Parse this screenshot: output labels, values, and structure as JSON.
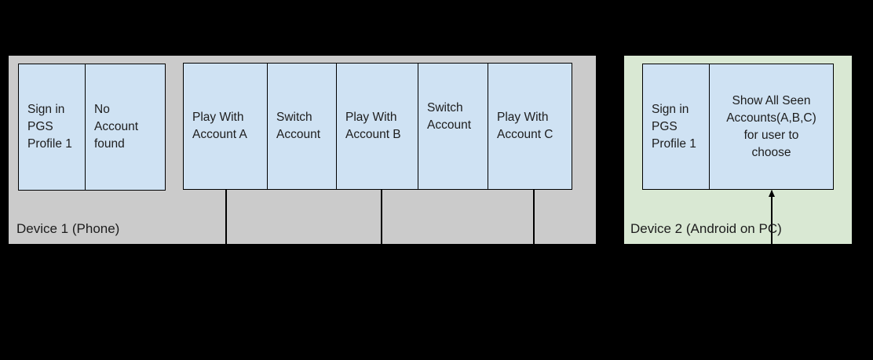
{
  "colors": {
    "page_background": "#000000",
    "device1_fill": "#cbcbcb",
    "device2_fill": "#d9e8d3",
    "box_fill": "#cfe2f3",
    "box_border": "#000000",
    "text": "#1d1d1d"
  },
  "device1": {
    "label": "Device 1 (Phone)",
    "signin_flow": {
      "boxes": [
        {
          "label": "Sign in\nPGS\nProfile 1"
        },
        {
          "label": "No\nAccount\nfound"
        }
      ]
    },
    "play_flow": {
      "boxes": [
        {
          "label": "Play With\nAccount A"
        },
        {
          "label": "Switch\nAccount"
        },
        {
          "label": "Play With\nAccount B"
        },
        {
          "label": "Switch\nAccount"
        },
        {
          "label": "Play With\nAccount C"
        }
      ]
    }
  },
  "device2": {
    "label": "Device 2 (Android on PC)",
    "boxes": [
      {
        "label": "Sign in\nPGS\nProfile 1"
      },
      {
        "label": "Show All Seen\nAccounts(A,B,C)\nfor user to\nchoose"
      }
    ]
  }
}
